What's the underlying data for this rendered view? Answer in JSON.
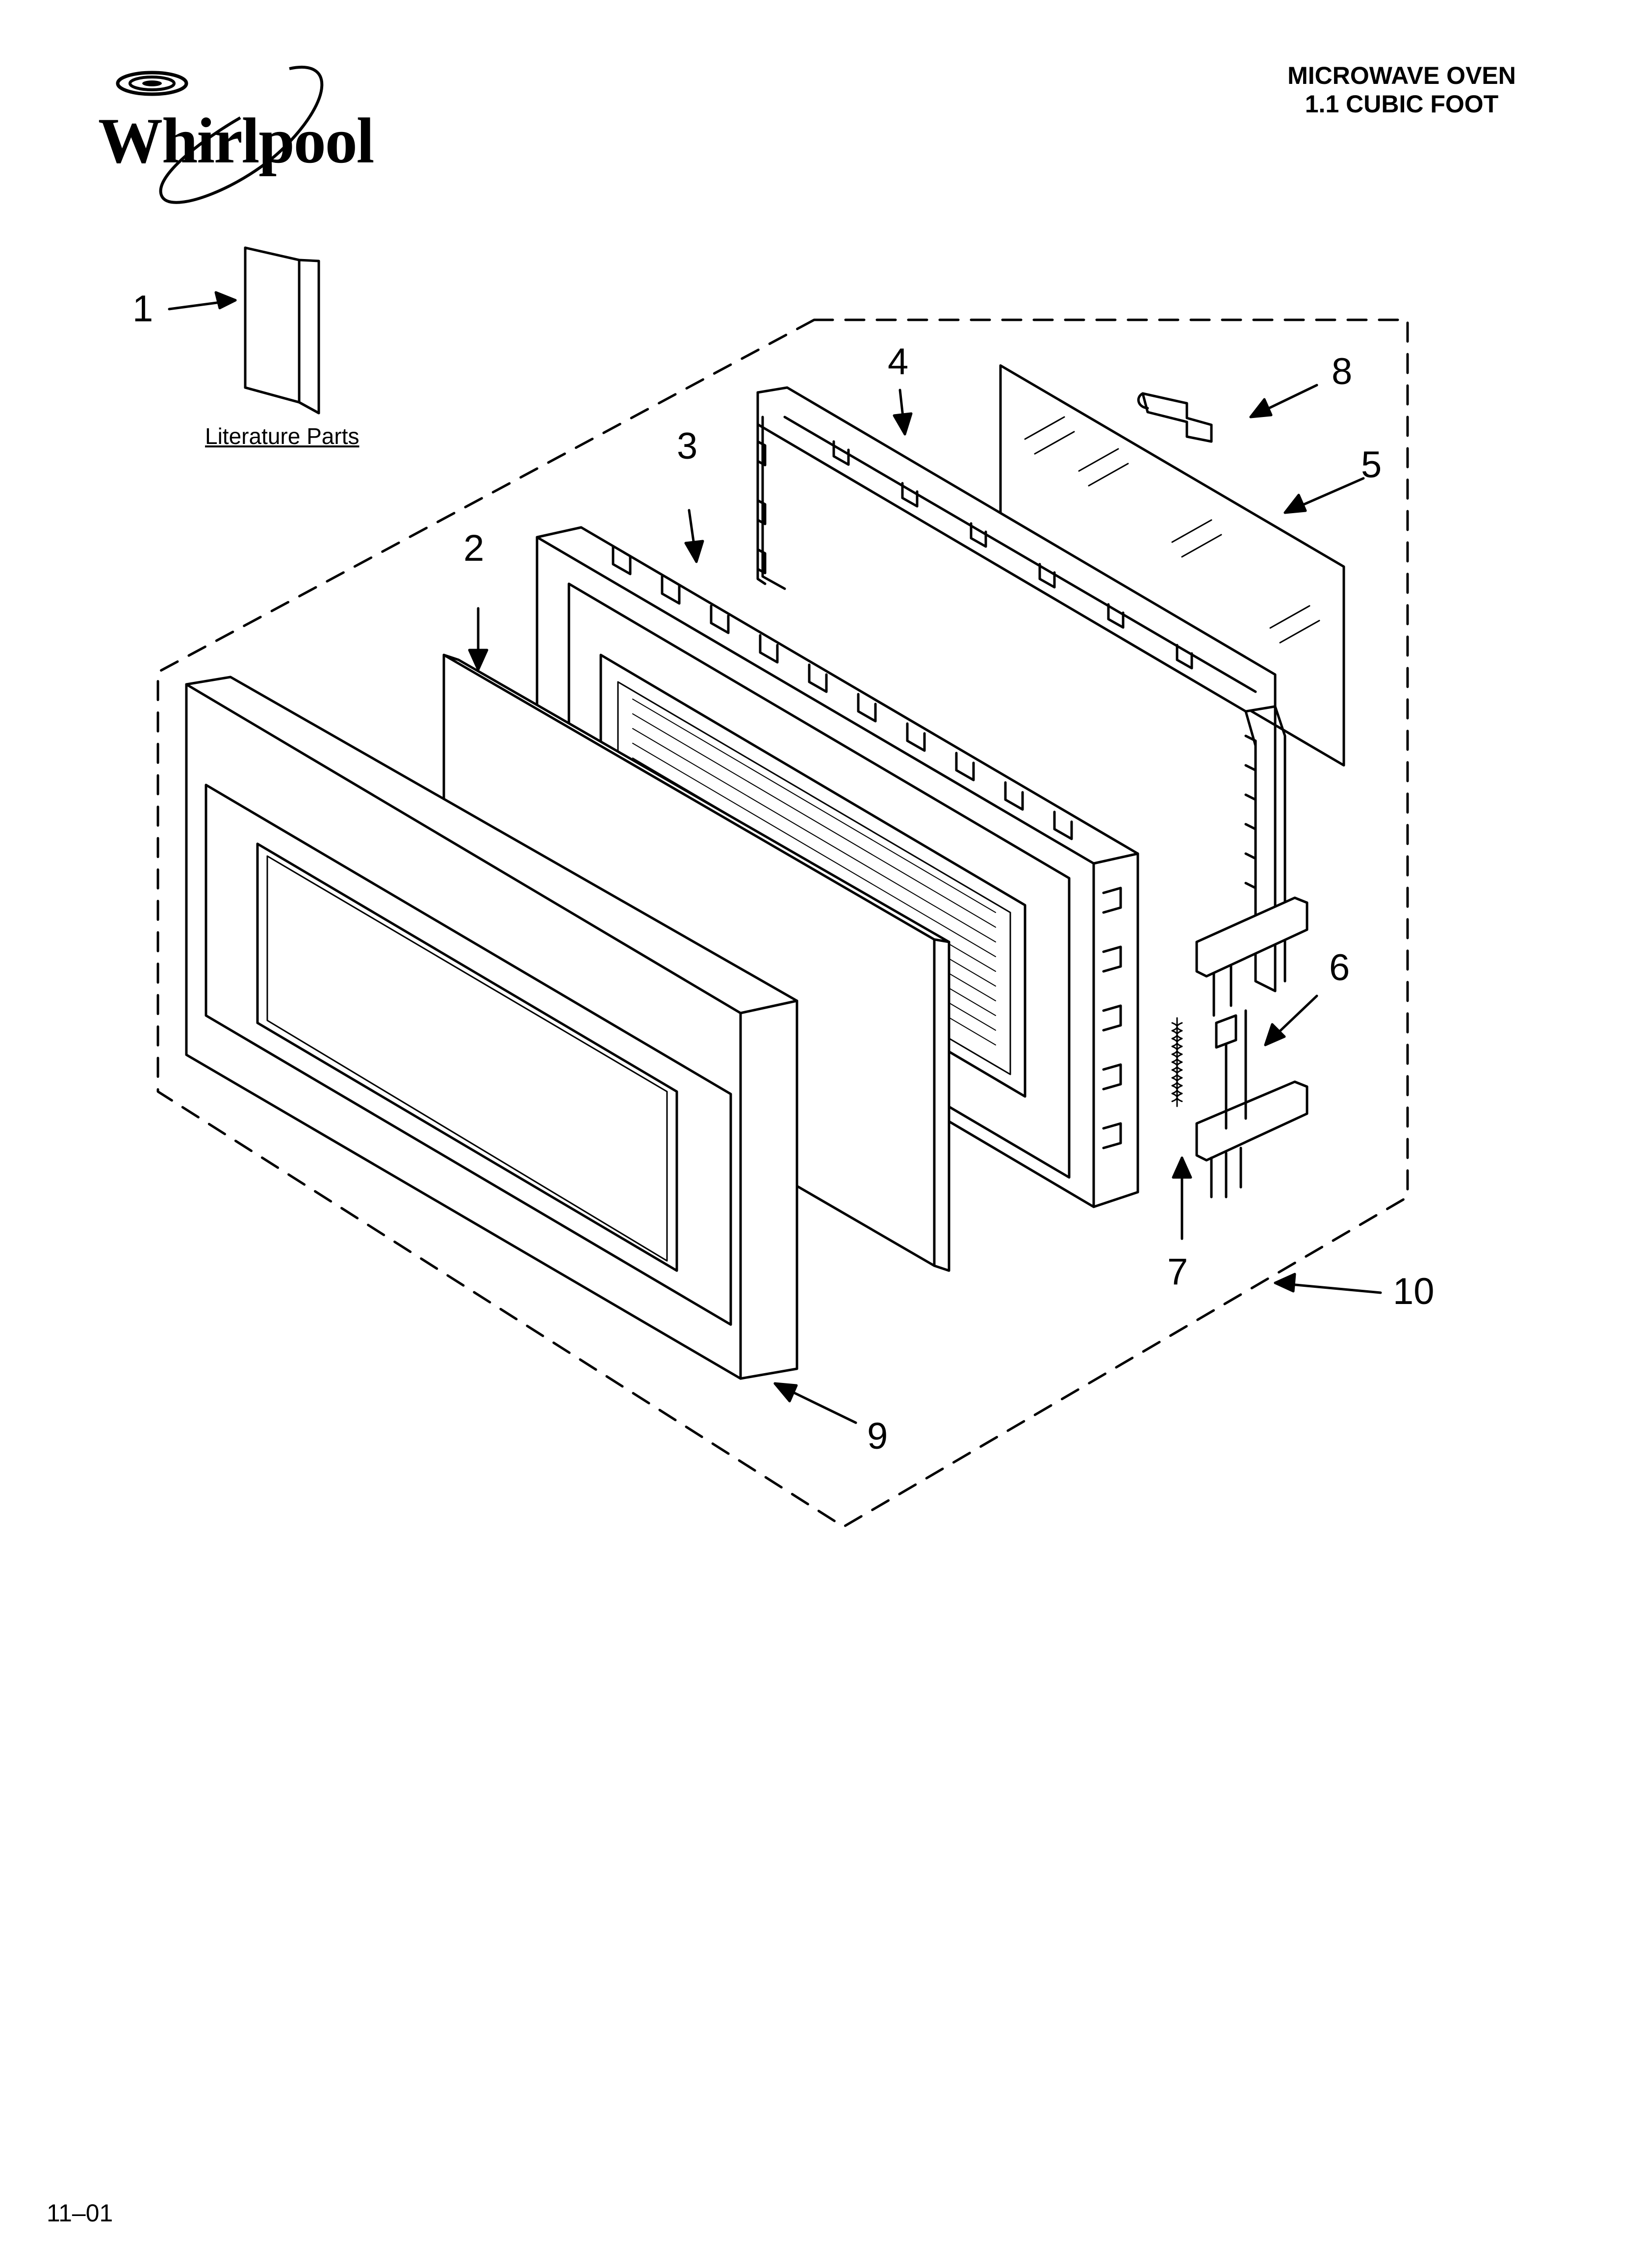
{
  "brand": "Whirlpool",
  "title": {
    "line1": "MICROWAVE OVEN",
    "line2": "1.1 CUBIC FOOT"
  },
  "literature_label": "Literature Parts",
  "callouts": [
    "1",
    "2",
    "3",
    "4",
    "5",
    "6",
    "7",
    "8",
    "9",
    "10"
  ],
  "footer_code": "11–01",
  "colors": {
    "ink": "#000000",
    "paper": "#ffffff",
    "glass": "#ffffff"
  }
}
